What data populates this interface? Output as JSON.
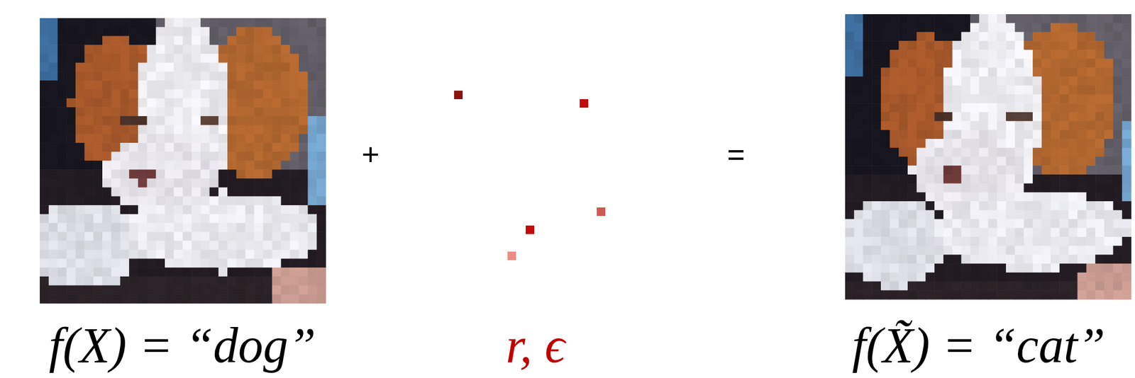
{
  "diagram": {
    "labels": [
      "f(X) = “dog”",
      "+",
      "r, ϵ",
      "=",
      "f(X̃) = “cat”"
    ]
  }
}
